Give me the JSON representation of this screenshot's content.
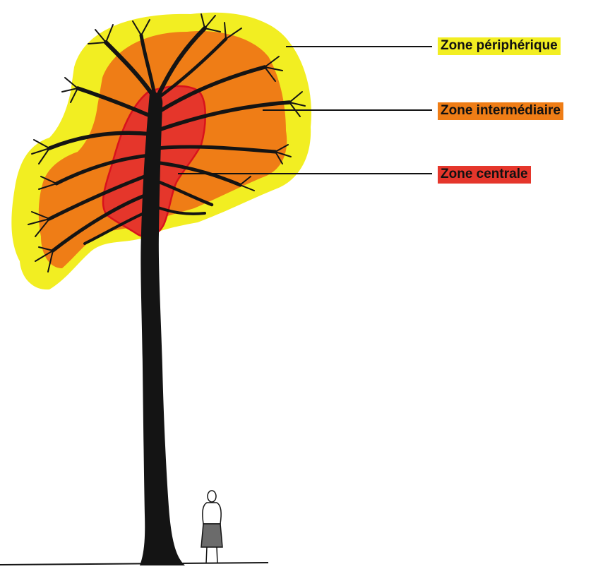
{
  "zones": [
    {
      "id": "peripheral",
      "label": "Zone périphérique",
      "color": "#f2ee22"
    },
    {
      "id": "intermediate",
      "label": "Zone intermédiaire",
      "color": "#ef7d16"
    },
    {
      "id": "central",
      "label": "Zone centrale",
      "color": "#e5362b"
    }
  ],
  "colors": {
    "trunk": "#141414",
    "ink": "#111111",
    "background": "#ffffff"
  },
  "figure": {
    "depicts": [
      "tree-icon",
      "person-icon"
    ]
  }
}
